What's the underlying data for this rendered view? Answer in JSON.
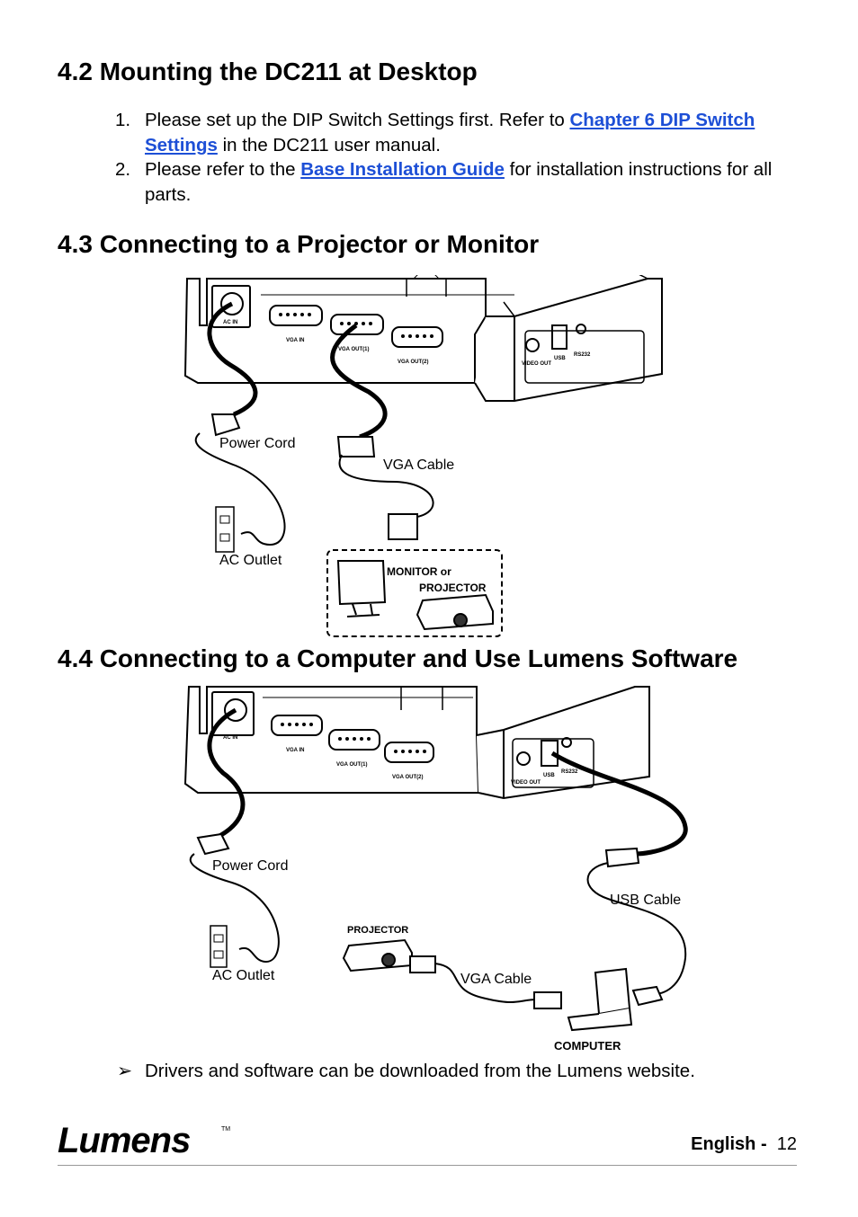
{
  "section_42": {
    "heading": "4.2 Mounting the DC211 at Desktop",
    "items": [
      {
        "num": "1.",
        "pre": "Please set up the DIP Switch Settings first. Refer to ",
        "link": "Chapter 6 DIP Switch Settings",
        "post": " in the DC211 user manual."
      },
      {
        "num": "2.",
        "pre": "Please refer to the ",
        "link": "Base Installation Guide",
        "post": " for installation instructions for all parts."
      }
    ]
  },
  "section_43": {
    "heading": "4.3 Connecting to a Projector or Monitor",
    "figure": {
      "ports": {
        "ac_in": "AC IN",
        "vga_in": "VGA IN",
        "vga_out1": "VGA OUT(1)",
        "vga_out2": "VGA OUT(2)",
        "video_out": "VIDEO OUT",
        "usb": "USB",
        "rs232": "RS232"
      },
      "power_cord": "Power Cord",
      "vga_cable": "VGA Cable",
      "ac_outlet": "AC Outlet",
      "monitor_or": "MONITOR or",
      "projector": "PROJECTOR"
    }
  },
  "section_44": {
    "heading": "4.4 Connecting to a Computer and Use Lumens Software",
    "figure": {
      "ports": {
        "ac_in": "AC IN",
        "vga_in": "VGA IN",
        "vga_out1": "VGA OUT(1)",
        "vga_out2": "VGA OUT(2)",
        "video_out": "VIDEO OUT",
        "usb": "USB",
        "rs232": "RS232"
      },
      "power_cord": "Power Cord",
      "usb_cable": "USB Cable",
      "projector": "PROJECTOR",
      "ac_outlet": "AC Outlet",
      "vga_cable": "VGA Cable",
      "computer": "COMPUTER"
    },
    "bullet_marker": "➢",
    "bullet": "Drivers and software can be downloaded from the Lumens website."
  },
  "footer": {
    "logo": "Lumens",
    "trademark": "TM",
    "language": "English",
    "separator": "-",
    "page": "12"
  }
}
